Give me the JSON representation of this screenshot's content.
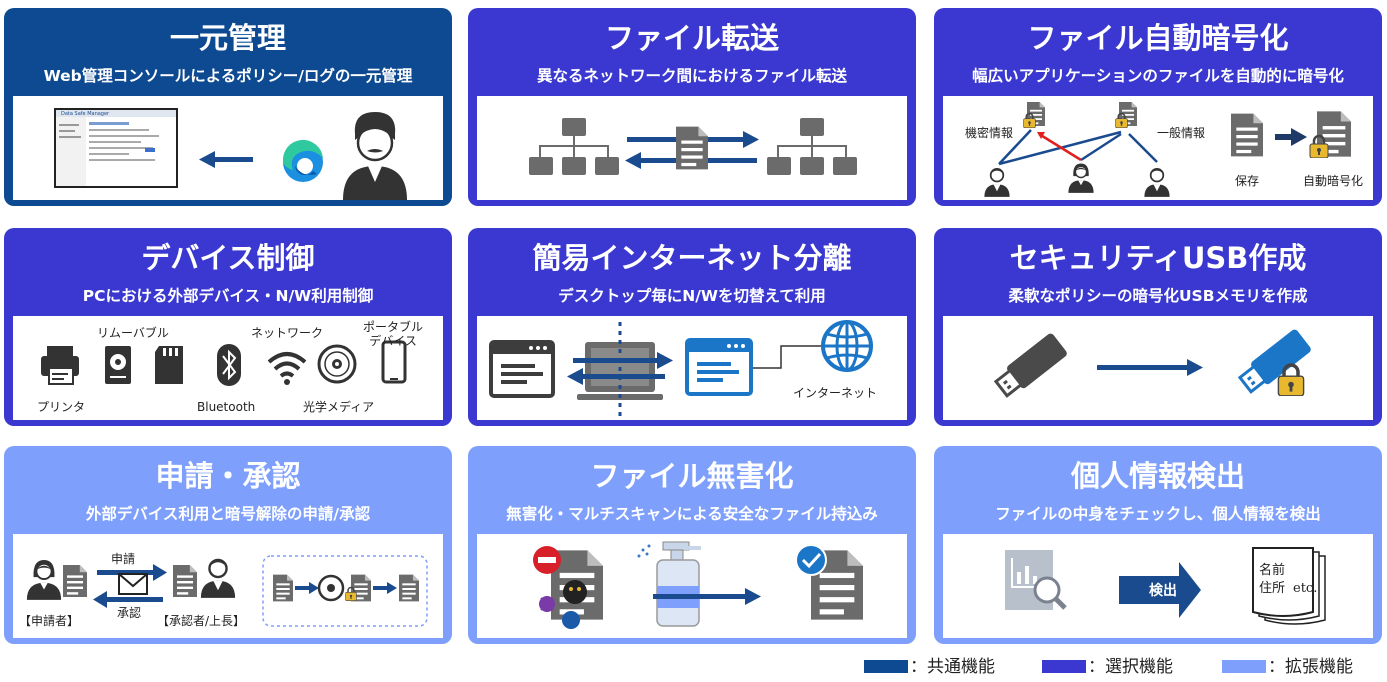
{
  "colors": {
    "common": "#0d4a91",
    "select": "#3a38d0",
    "extended": "#7e9ffc",
    "arrow": "#1a4b8f",
    "icon": "#555555",
    "lock": "#e8b92f",
    "red": "#e02020"
  },
  "cards": {
    "central": {
      "title": "一元管理",
      "subtitle": "Web管理コンソールによるポリシー/ログの一元管理",
      "console_title": "Data Safe Manager",
      "icons": [
        "console-screenshot",
        "arrow-left-icon",
        "edge-browser-icon",
        "administrator-icon"
      ]
    },
    "transfer": {
      "title": "ファイル転送",
      "subtitle": "異なるネットワーク間におけるファイル転送",
      "icons": [
        "network-tree-icon",
        "document-icon",
        "bidirectional-arrows-icon"
      ]
    },
    "encrypt": {
      "title": "ファイル自動暗号化",
      "subtitle": "幅広いアプリケーションのファイルを自動的に暗号化",
      "label_secret": "機密情報",
      "label_general": "一般情報",
      "label_save": "保存",
      "label_auto": "自動暗号化"
    },
    "device": {
      "title": "デバイス制御",
      "subtitle": "PCにおける外部デバイス・N/W利用制御",
      "label_removable": "リムーバブル",
      "label_network": "ネットワーク",
      "label_portable": "ポータブル\nデバイス",
      "label_printer": "プリンタ",
      "label_bluetooth": "Bluetooth",
      "label_optical": "光学メディア"
    },
    "separation": {
      "title": "簡易インターネット分離",
      "subtitle": "デスクトップ毎にN/Wを切替えて利用",
      "label_internet": "インターネット"
    },
    "usb": {
      "title": "セキュリティUSB作成",
      "subtitle": "柔軟なポリシーの暗号化USBメモリを作成",
      "icons": [
        "usb-drive-icon",
        "arrow-right-icon",
        "encrypted-usb-icon"
      ]
    },
    "approval": {
      "title": "申請・承認",
      "subtitle": "外部デバイス利用と暗号解除の申請/承認",
      "label_request": "申請",
      "label_approve": "承認",
      "label_requester": "【申請者】",
      "label_approver": "【承認者/上長】"
    },
    "sanitize": {
      "title": "ファイル無害化",
      "subtitle": "無害化・マルチスキャンによる安全なファイル持込み",
      "icons": [
        "infected-document-icon",
        "sanitizer-spray-icon",
        "clean-document-icon"
      ]
    },
    "pii": {
      "title": "個人情報検出",
      "subtitle": "ファイルの中身をチェックし、個人情報を検出",
      "label_detect": "検出",
      "label_name": "名前",
      "label_address": "住所",
      "label_etc": "etc."
    }
  },
  "legend": [
    {
      "label": "：共通機能",
      "color": "#0d4a91"
    },
    {
      "label": "：選択機能",
      "color": "#3a38d0"
    },
    {
      "label": "：拡張機能",
      "color": "#7e9ffc"
    }
  ]
}
